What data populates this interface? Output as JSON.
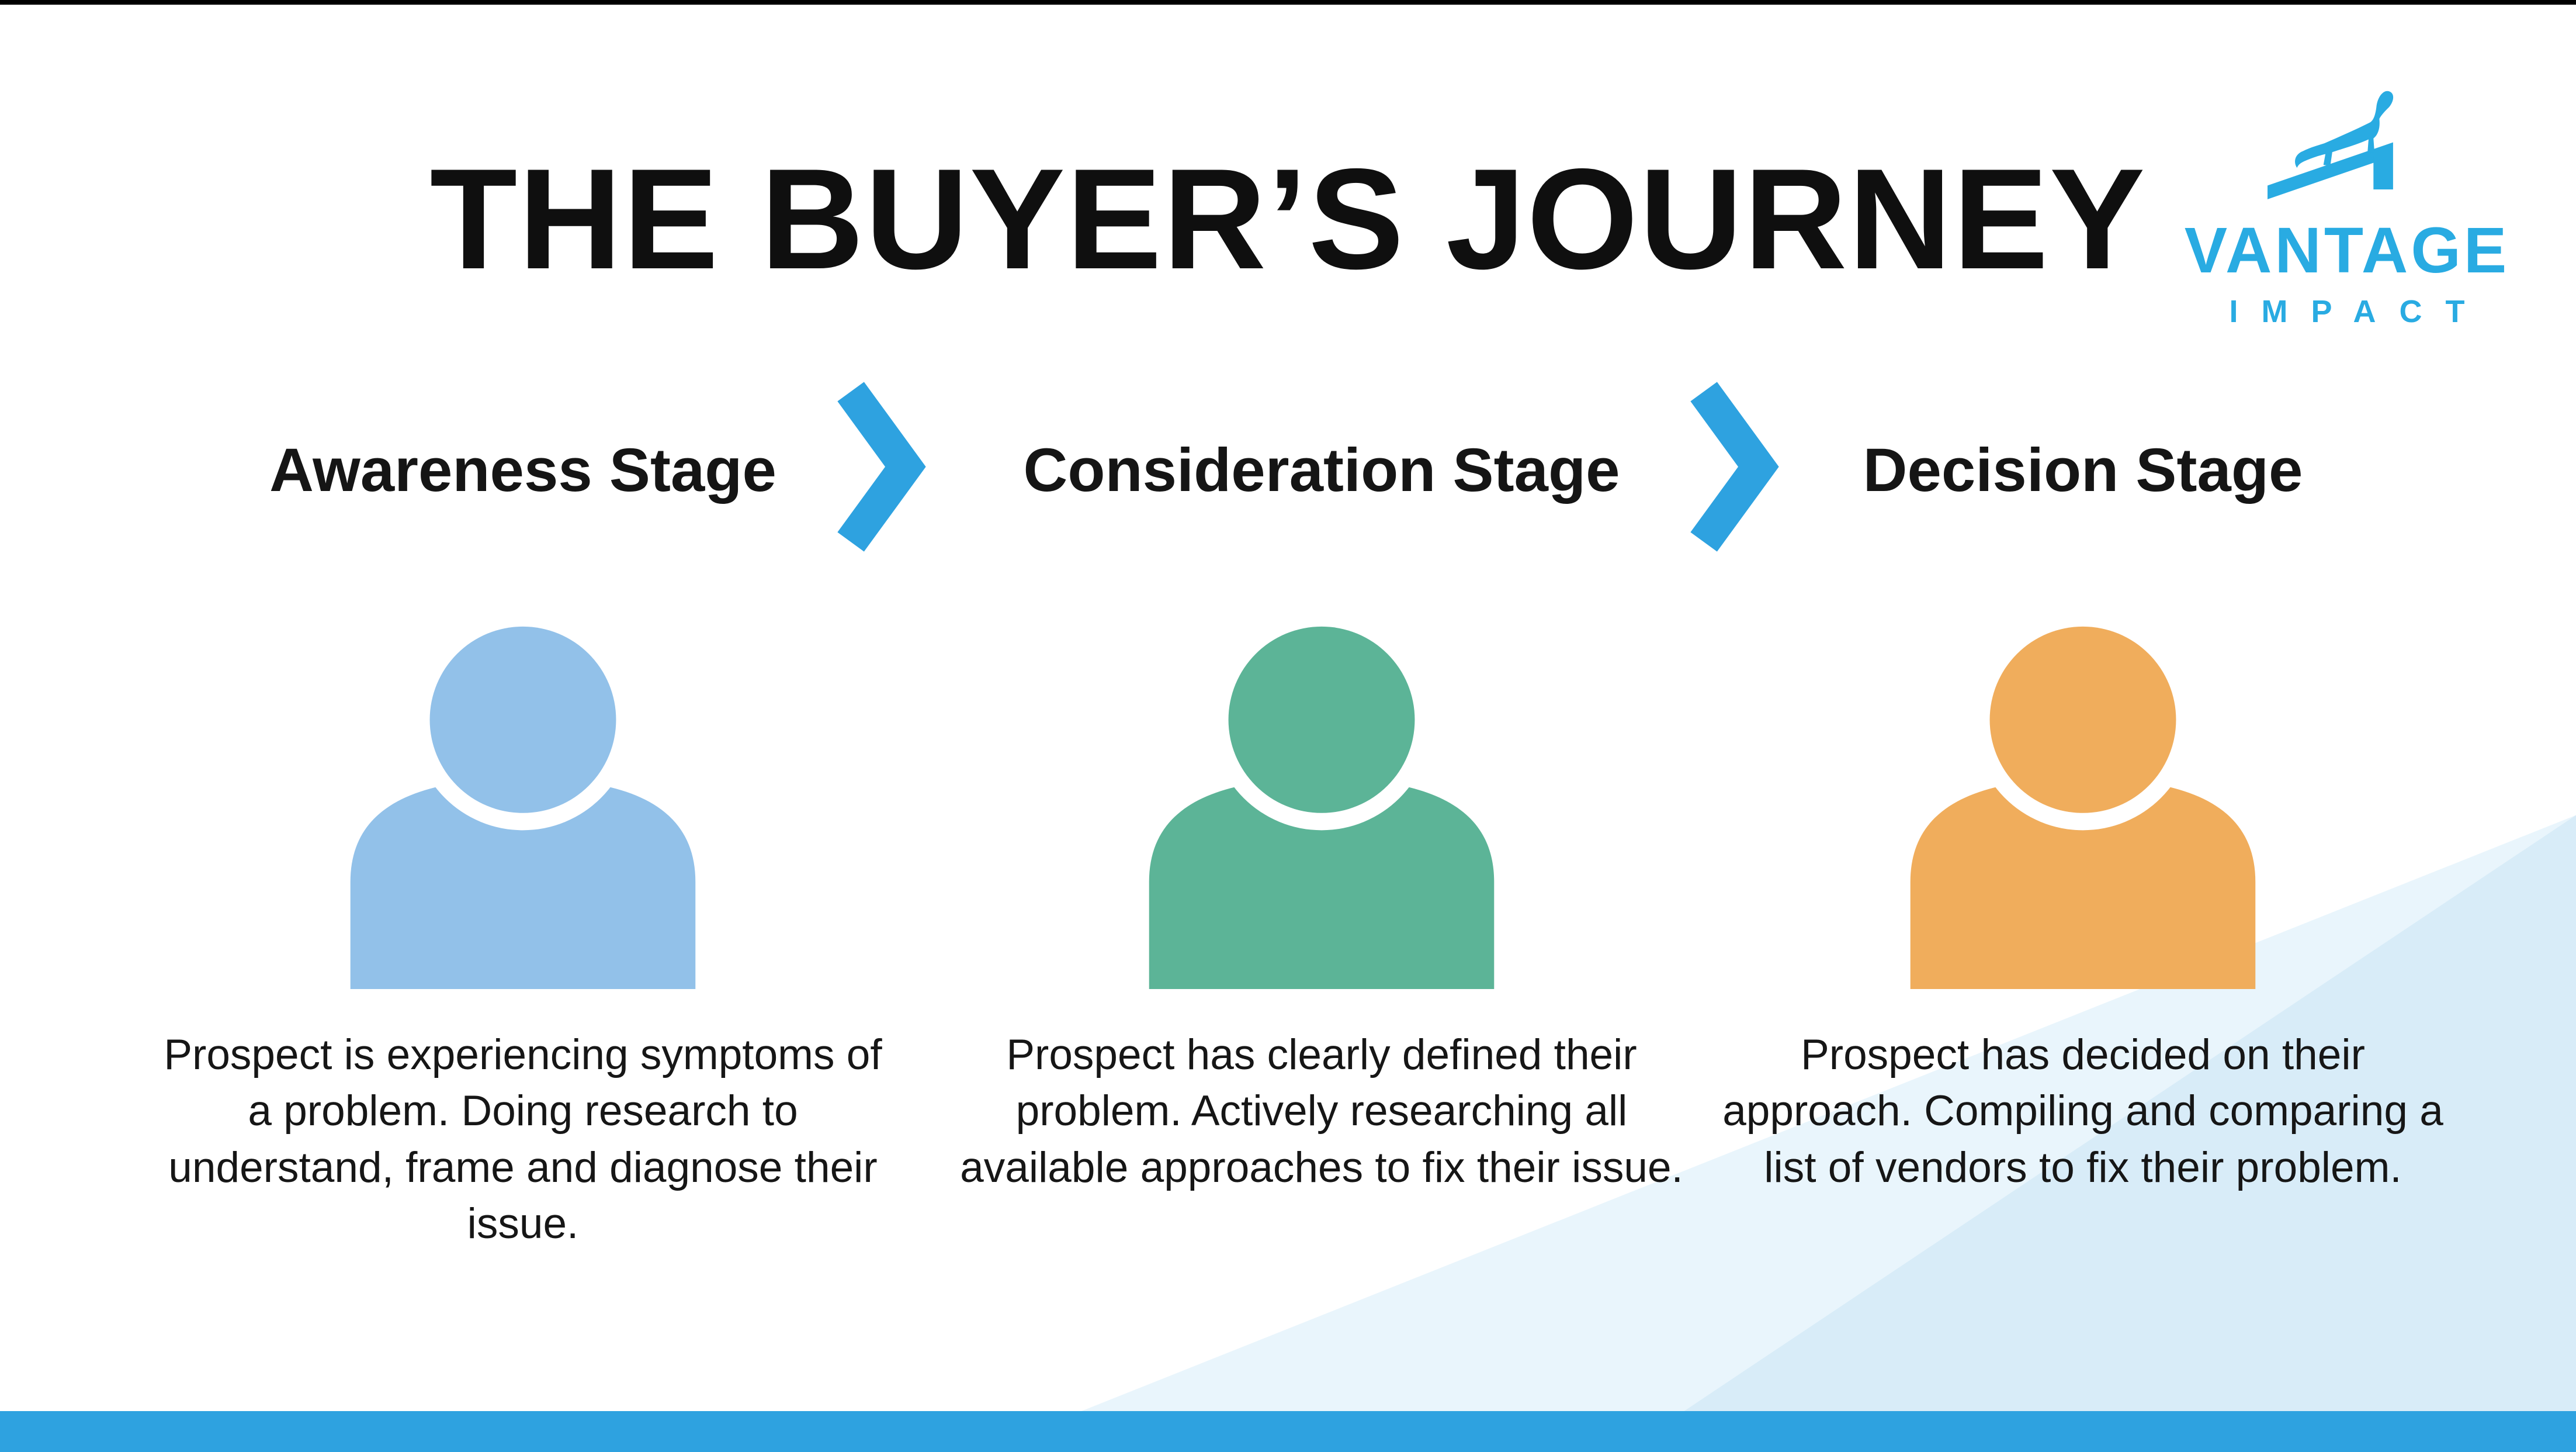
{
  "page": {
    "title": "THE BUYER’S JOURNEY"
  },
  "logo": {
    "brand": "VANTAGE",
    "tagline": "IMPACT",
    "mark": "cheetah-on-ramp-icon",
    "color": "#29ABE2"
  },
  "stages": [
    {
      "label": "Awareness Stage",
      "icon": "person-icon",
      "color": "#92C1E9",
      "description": "Prospect is experiencing symptoms of a problem. Doing research to understand, frame and diagnose their issue."
    },
    {
      "label": "Consideration Stage",
      "icon": "person-icon",
      "color": "#5CB497",
      "description": "Prospect has clearly defined their problem. Actively researching all available approaches to fix their issue."
    },
    {
      "label": "Decision Stage",
      "icon": "person-icon",
      "color": "#F0AD5C",
      "description": "Prospect has decided on their approach. Compiling and comparing a list of vendors to fix their problem."
    }
  ],
  "colors": {
    "chevron": "#2EA2E0",
    "bottom_bar": "#2EA2E0",
    "swoosh": "#D8ECF8",
    "swoosh_light": "#E9F5FC",
    "logo_blue": "#29ABE2"
  }
}
